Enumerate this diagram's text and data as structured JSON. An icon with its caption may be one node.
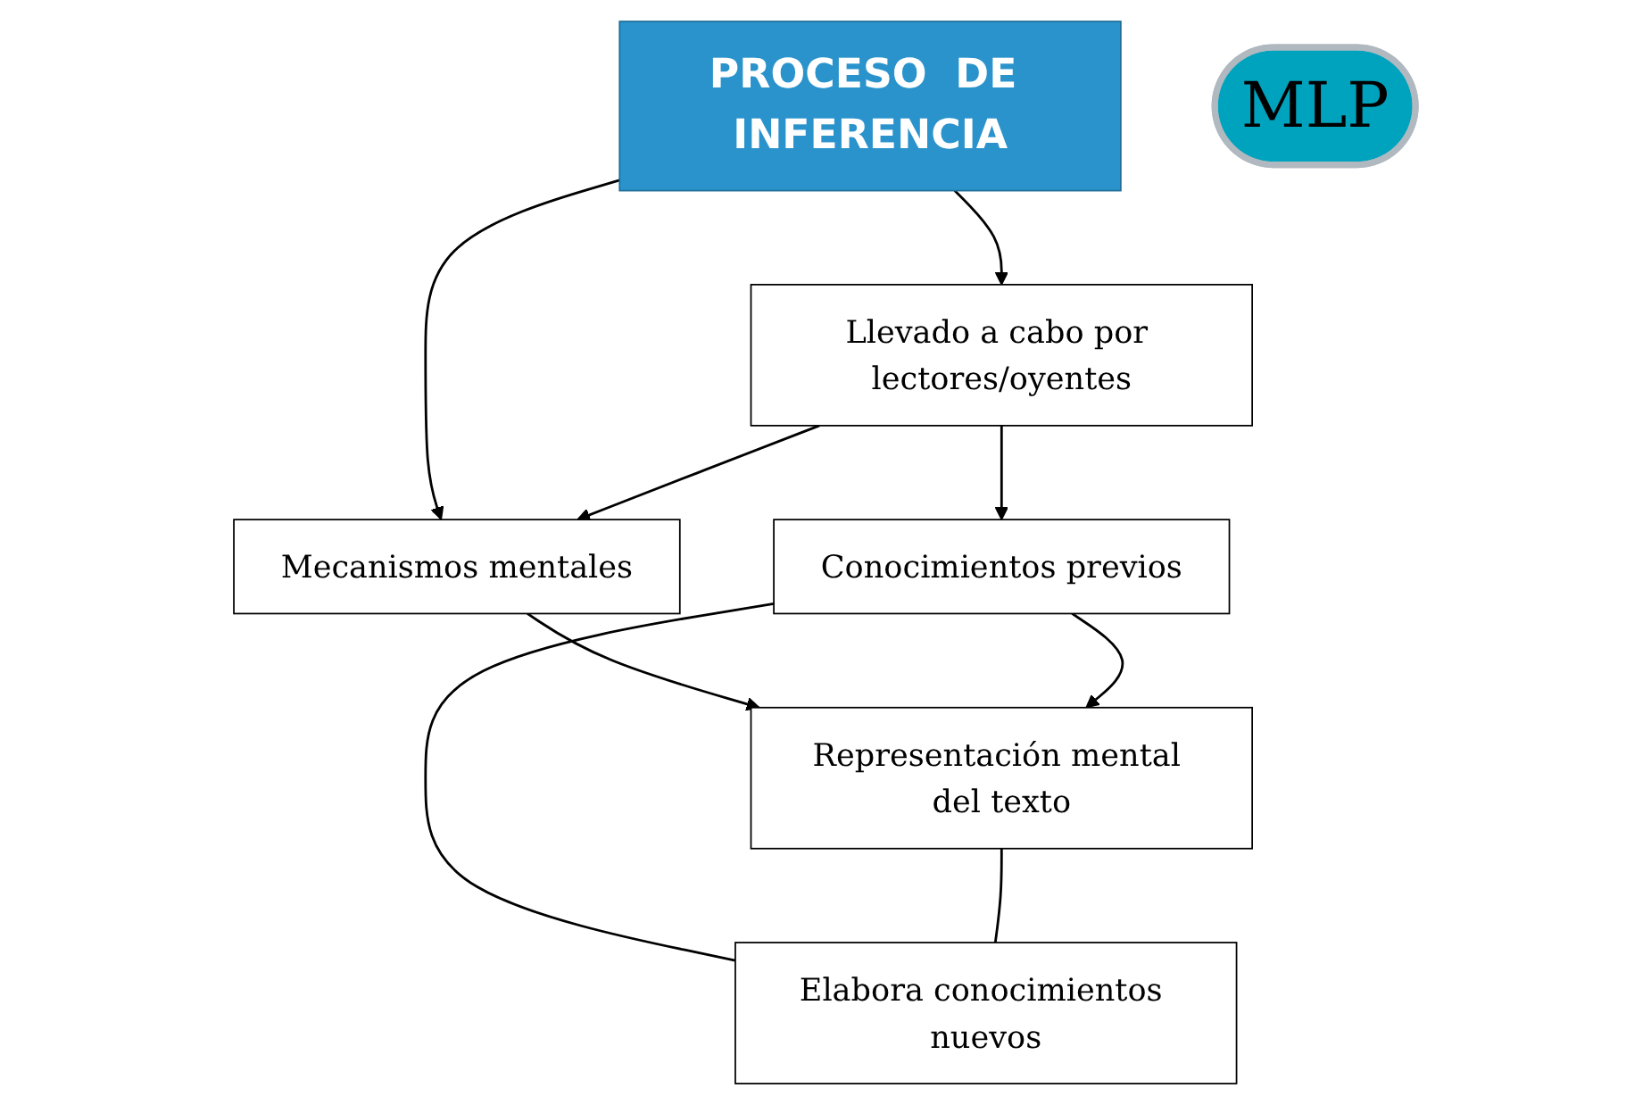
{
  "diagram": {
    "nodes": [
      {
        "text": [
          "PROCESO  DE INFERENCIA"
        ]
      },
      {
        "text": [
          "MLP"
        ]
      },
      {
        "text": [
          "Llevado a cabo por lectores/oyentes"
        ]
      },
      {
        "text": [
          "Mecanismos mentales"
        ]
      },
      {
        "text": [
          "Conocimientos previos"
        ]
      },
      {
        "text": [
          "Representación mental del texto"
        ]
      },
      {
        "text": [
          "Elabora conocimientos nuevos"
        ]
      }
    ],
    "edges": [
      {
        "from": 0,
        "to": 2,
        "arrow": "to"
      },
      {
        "from": 0,
        "to": 3,
        "arrow": "to"
      },
      {
        "from": 2,
        "to": 3,
        "arrow": "to"
      },
      {
        "from": 2,
        "to": 4,
        "arrow": "to"
      },
      {
        "from": 3,
        "to": 5,
        "arrow": "to"
      },
      {
        "from": 4,
        "to": 5,
        "arrow": "to"
      },
      {
        "from": 4,
        "to": 6,
        "arrow": "none"
      },
      {
        "from": 5,
        "to": 6,
        "arrow": "none"
      }
    ]
  }
}
